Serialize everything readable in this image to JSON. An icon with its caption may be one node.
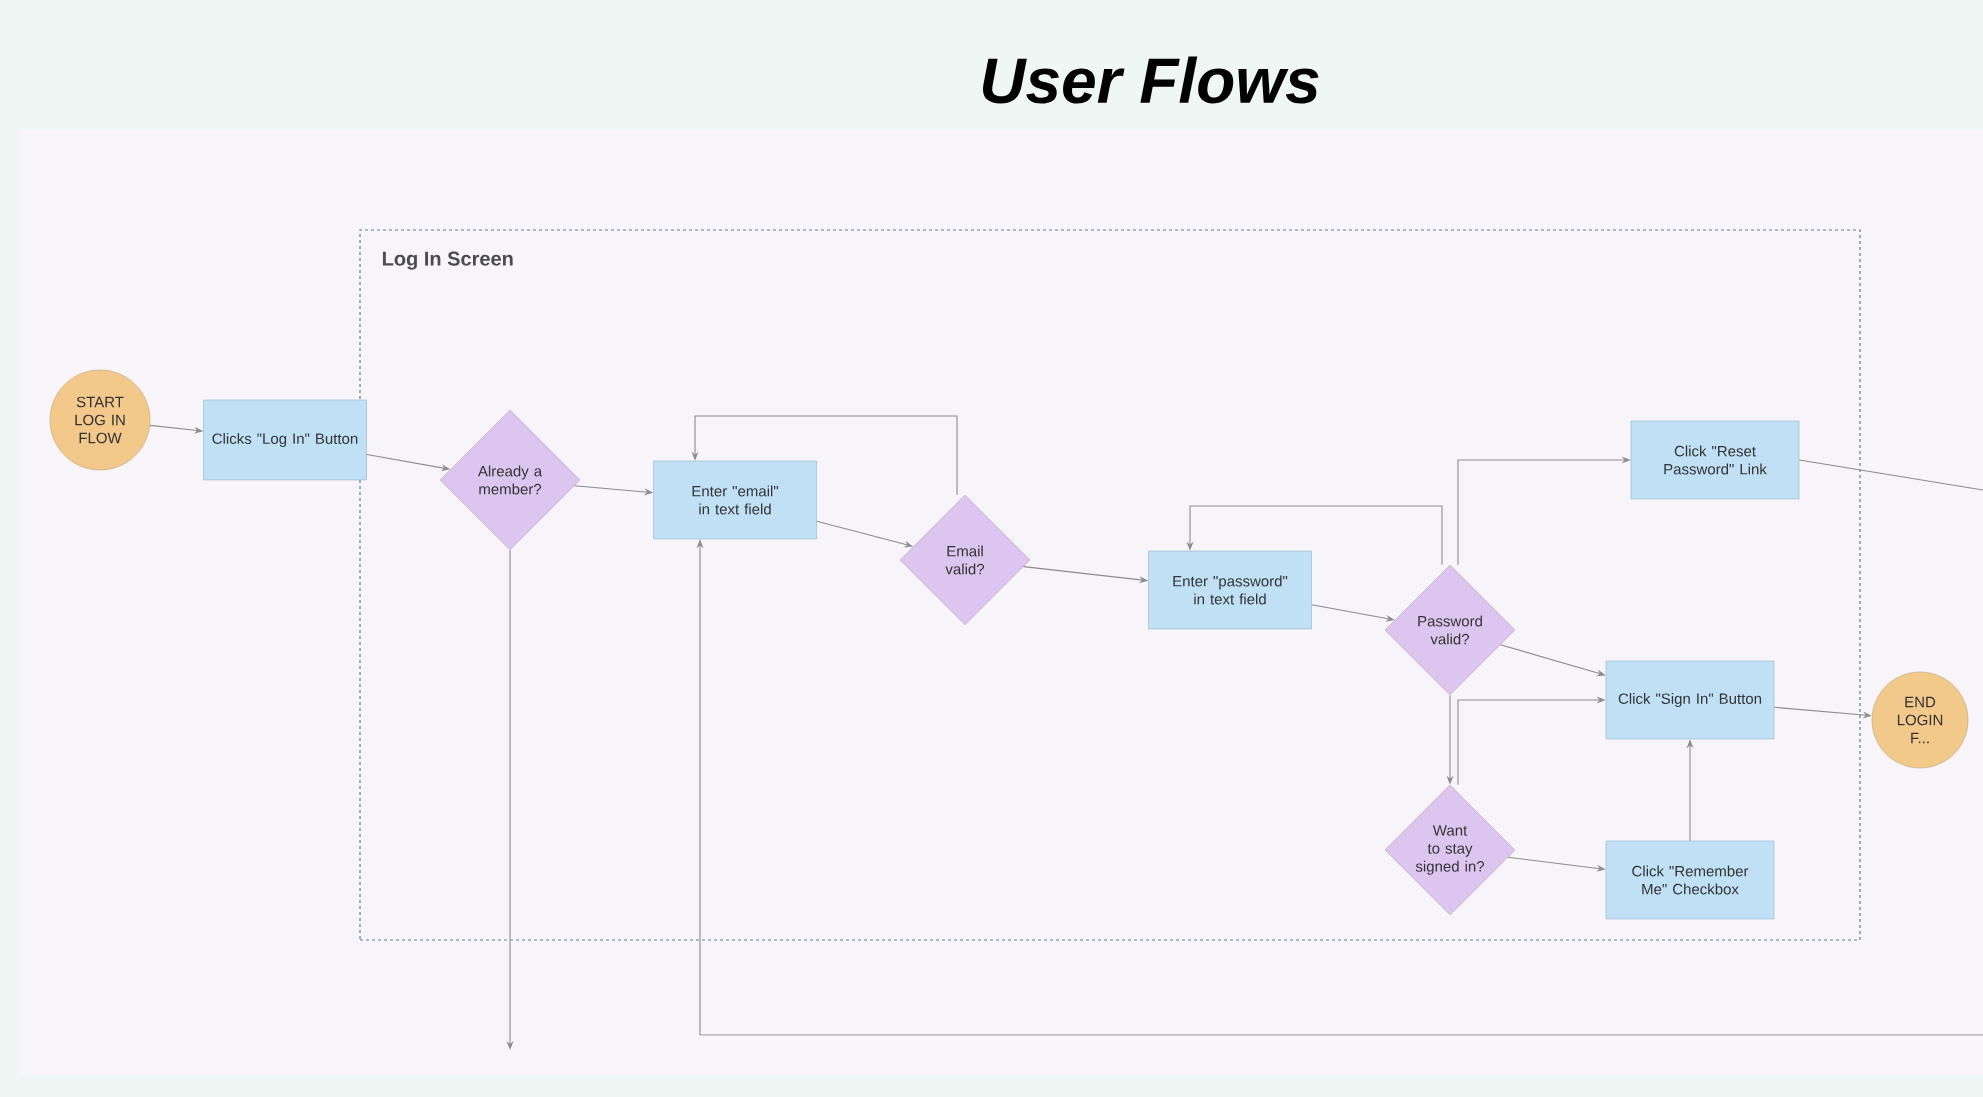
{
  "diagram": {
    "title": "User Flows",
    "nodes": [
      {
        "text": [
          "Log In Screen"
        ]
      },
      {
        "text": [
          "START LOG IN FLOW"
        ]
      },
      {
        "text": [
          "Clicks \"Log In\" Button"
        ]
      },
      {
        "text": [
          "Already a member?"
        ],
        "in": 0
      },
      {
        "text": [
          "Enter \"email\" in text field"
        ],
        "in": 0
      },
      {
        "text": [
          "Email valid?"
        ],
        "in": 0
      },
      {
        "text": [
          "Enter \"password\" in text field"
        ],
        "in": 0
      },
      {
        "text": [
          "Password valid?"
        ],
        "in": 0
      },
      {
        "text": [
          "Click \"Reset Password\" Link"
        ],
        "in": 0
      },
      {
        "text": [
          "Click \"Sign In\" Button"
        ],
        "in": 0
      },
      {
        "text": [
          "Want to stay signed in?"
        ],
        "in": 0
      },
      {
        "text": [
          "Click \"Remember Me\" Checkbox"
        ],
        "in": 0
      },
      {
        "text": [
          "END LOGIN F..."
        ]
      }
    ],
    "edges": [
      {
        "from": 1,
        "to": 2,
        "arrow": "to"
      },
      {
        "from": 2,
        "to": 3,
        "arrow": "to"
      },
      {
        "from": 3,
        "to": 4,
        "arrow": "to"
      },
      {
        "from": 4,
        "to": 5,
        "arrow": "to"
      },
      {
        "from": 5,
        "to": 4,
        "arrow": "to"
      },
      {
        "from": 5,
        "to": 6,
        "arrow": "to"
      },
      {
        "from": 6,
        "to": 7,
        "arrow": "to"
      },
      {
        "from": 7,
        "to": 6,
        "arrow": "to"
      },
      {
        "from": 7,
        "to": 8,
        "arrow": "to"
      },
      {
        "from": 7,
        "to": 9,
        "arrow": "to"
      },
      {
        "from": 7,
        "to": 10,
        "arrow": "to"
      },
      {
        "from": 10,
        "to": 11,
        "arrow": "to"
      },
      {
        "from": 10,
        "to": 9,
        "arrow": "to"
      },
      {
        "from": 11,
        "to": 9,
        "arrow": "to"
      },
      {
        "from": 9,
        "to": 12,
        "arrow": "to"
      },
      {
        "from": 8,
        "to": null,
        "arrow": "none"
      },
      {
        "from": null,
        "to": 4,
        "arrow": "to"
      },
      {
        "from": 3,
        "to": null,
        "arrow": "to"
      }
    ]
  }
}
